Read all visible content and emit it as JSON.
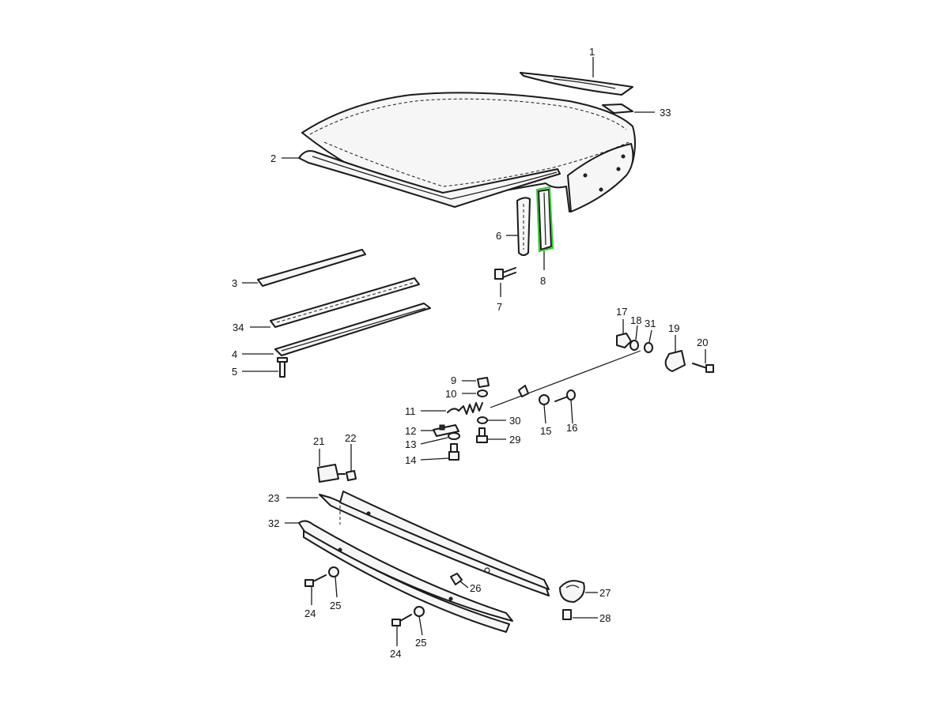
{
  "callouts": {
    "c1": "1",
    "c2": "2",
    "c3": "3",
    "c4": "4",
    "c5": "5",
    "c6": "6",
    "c7": "7",
    "c8": "8",
    "c9": "9",
    "c10": "10",
    "c11": "11",
    "c12": "12",
    "c13": "13",
    "c14": "14",
    "c15": "15",
    "c16": "16",
    "c17": "17",
    "c18": "18",
    "c19": "19",
    "c20": "20",
    "c21": "21",
    "c22": "22",
    "c23": "23",
    "c24a": "24",
    "c24b": "24",
    "c25a": "25",
    "c25b": "25",
    "c26": "26",
    "c27": "27",
    "c28": "28",
    "c29": "29",
    "c30": "30",
    "c31": "31",
    "c32": "32",
    "c33": "33",
    "c34": "34"
  },
  "highlight": {
    "part": "8",
    "color": "#2bd12b"
  }
}
